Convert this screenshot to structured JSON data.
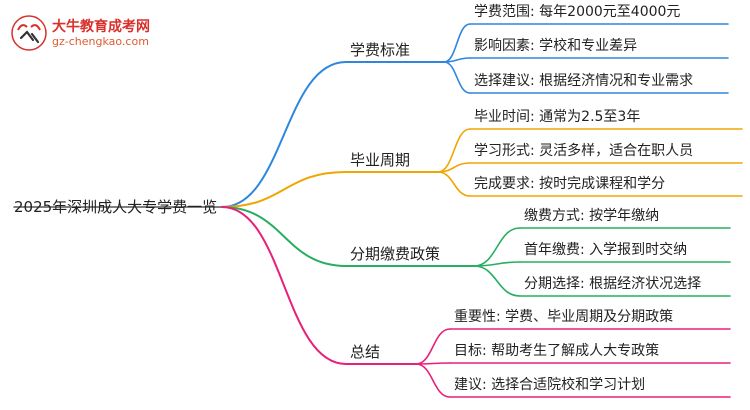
{
  "logo": {
    "name": "大牛教育成考网",
    "url": "gz-chengkao.com"
  },
  "root": {
    "label": "2025年深圳成人大专学费一览"
  },
  "branches": [
    {
      "label": "学费标准",
      "color": "#2e86de",
      "leaves": [
        "学费范围: 每年2000元至4000元",
        "影响因素: 学校和专业差异",
        "选择建议: 根据经济情况和专业需求"
      ]
    },
    {
      "label": "毕业周期",
      "color": "#f0a500",
      "leaves": [
        "毕业时间: 通常为2.5至3年",
        "学习形式: 灵活多样，适合在职人员",
        "完成要求: 按时完成课程和学分"
      ]
    },
    {
      "label": "分期缴费政策",
      "color": "#27ae60",
      "leaves": [
        "缴费方式: 按学年缴纳",
        "首年缴费: 入学报到时交纳",
        "分期选择: 根据经济状况选择"
      ]
    },
    {
      "label": "总结",
      "color": "#e8207a",
      "leaves": [
        "重要性: 学费、毕业周期及分期政策",
        "目标: 帮助考生了解成人大专政策",
        "建议: 选择合适院校和学习计划"
      ]
    }
  ]
}
